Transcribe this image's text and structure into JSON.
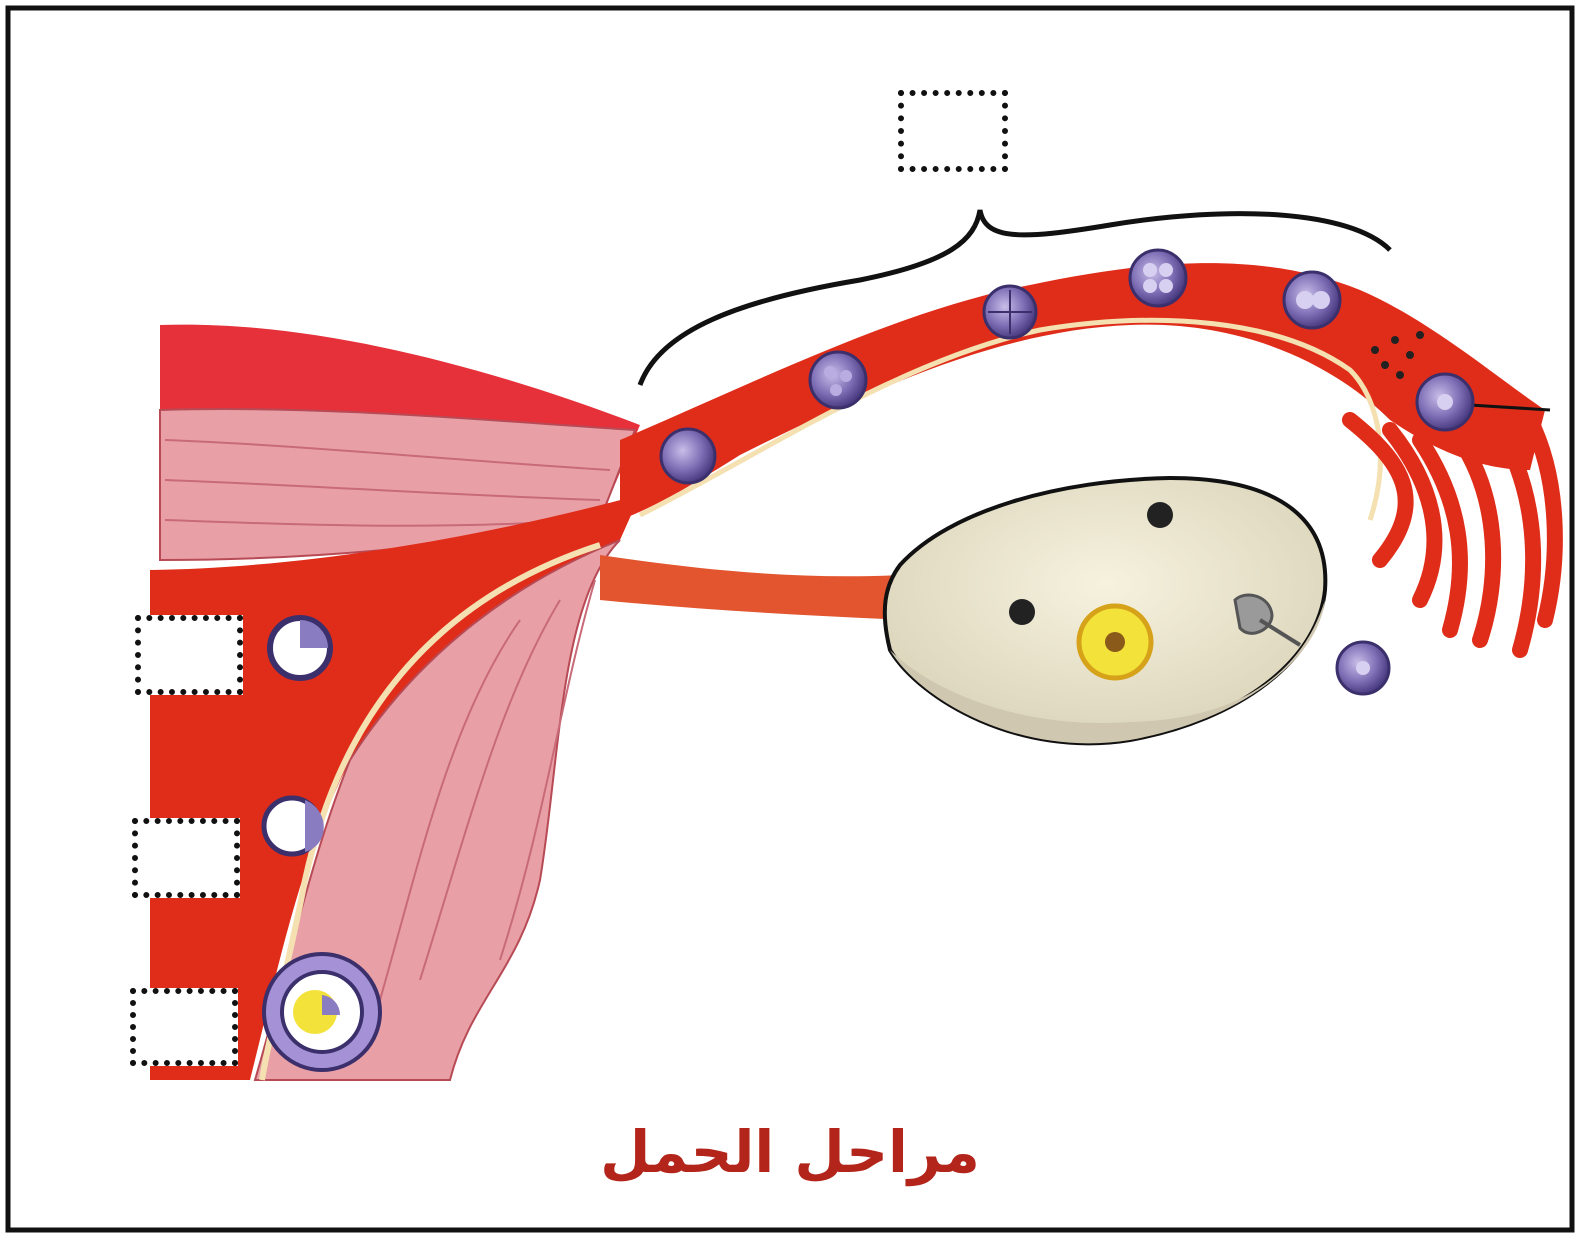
{
  "caption": "مراحل الحمل",
  "colors": {
    "tissue_red": "#e02d1a",
    "muscle_pink": "#e8a0a6",
    "cell_purple": "#7f6fb6",
    "ovary_cream": "#efe9d0",
    "yolk_yellow": "#f3e23a",
    "outline": "#111111"
  },
  "label_boxes": [
    {
      "name": "label-box-tube-stages",
      "text": ""
    },
    {
      "name": "label-box-upper",
      "text": ""
    },
    {
      "name": "label-box-middle",
      "text": ""
    },
    {
      "name": "label-box-lower",
      "text": ""
    }
  ]
}
